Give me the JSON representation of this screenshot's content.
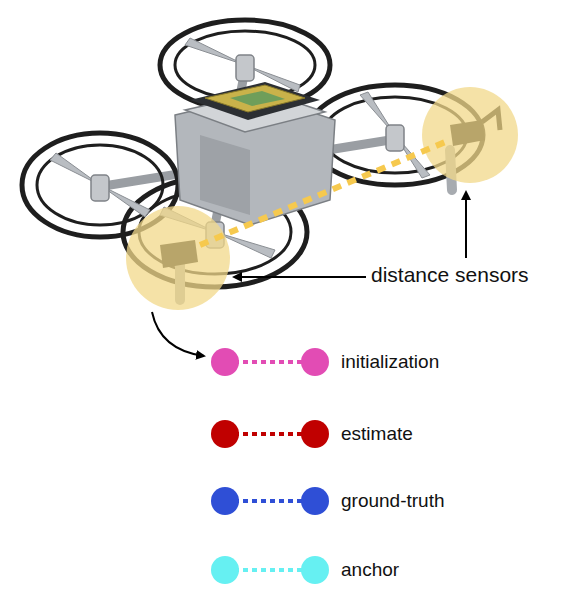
{
  "diagram": {
    "labels": [
      "distance sensors"
    ],
    "legend": [
      {
        "text": "initialization",
        "color": "#e24cb4"
      },
      {
        "text": "estimate",
        "color": "#c00000"
      },
      {
        "text": "ground-truth",
        "color": "#2f4fd6"
      },
      {
        "text": "anchor",
        "color": "#66f0f2"
      }
    ]
  }
}
